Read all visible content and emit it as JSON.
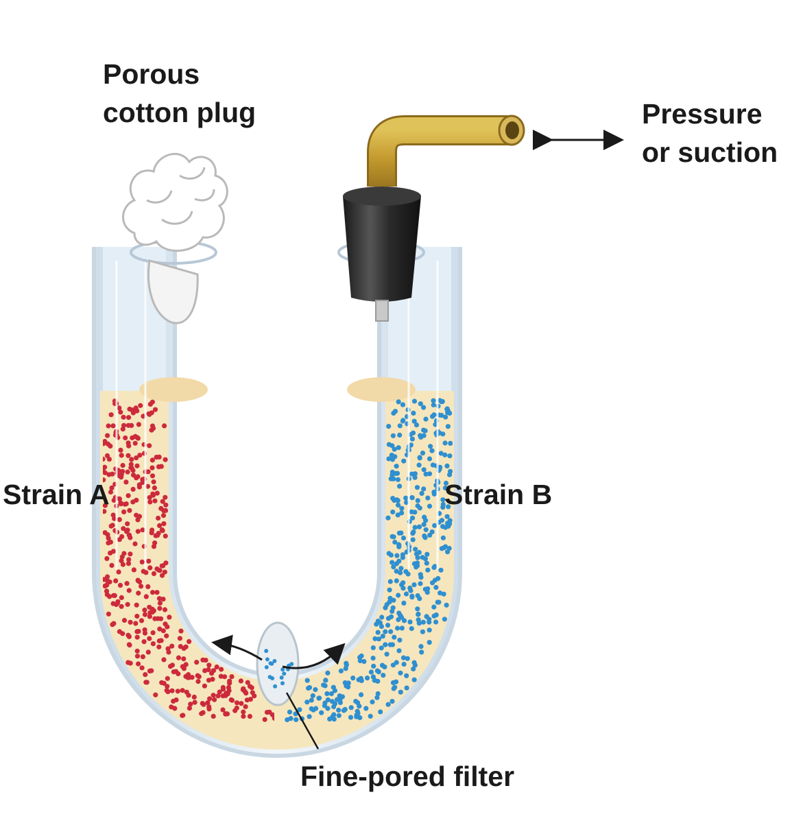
{
  "labels": {
    "cotton_plug_line1": "Porous",
    "cotton_plug_line2": "cotton plug",
    "pressure_line1": "Pressure",
    "pressure_line2": "or suction",
    "strain_a": "Strain A",
    "strain_b": "Strain B",
    "filter": "Fine-pored filter"
  },
  "colors": {
    "medium": "#f6e6bd",
    "medium_surface": "#f2d9a8",
    "strain_a_cells": "#cc2a3c",
    "strain_b_cells": "#2f8fd0",
    "glass": "#dde9f3",
    "stopper": "#262626",
    "tube": "#c8a238",
    "cotton": "#ffffff"
  }
}
